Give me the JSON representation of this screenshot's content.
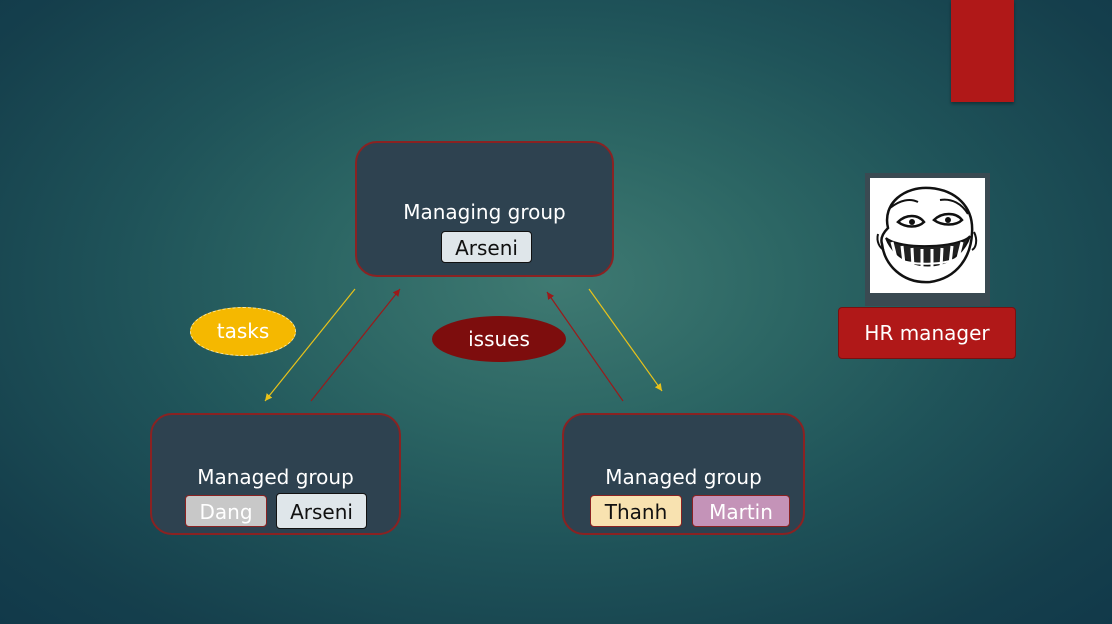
{
  "managing_group": {
    "title": "Managing group",
    "members": [
      "Arseni"
    ]
  },
  "managed_groups": [
    {
      "title": "Managed group",
      "members": [
        "Dang",
        "Arseni"
      ]
    },
    {
      "title": "Managed group",
      "members": [
        "Thanh",
        "Martin"
      ]
    }
  ],
  "labels": {
    "tasks": "tasks",
    "issues": "issues"
  },
  "hr": {
    "label": "HR manager",
    "avatar_icon": "troll-face-icon"
  },
  "colors": {
    "tasks_arrow": "#e8c21a",
    "issues_arrow": "#9a1a1a",
    "tasks_bubble": "#f5b800",
    "issues_bubble": "#7d0d0d",
    "accent_red": "#b01818",
    "chip_dang": "#c8c8c8",
    "chip_arseni": "#dfe6ea",
    "chip_thanh": "#f8e2b0",
    "chip_martin": "#c493b8"
  }
}
